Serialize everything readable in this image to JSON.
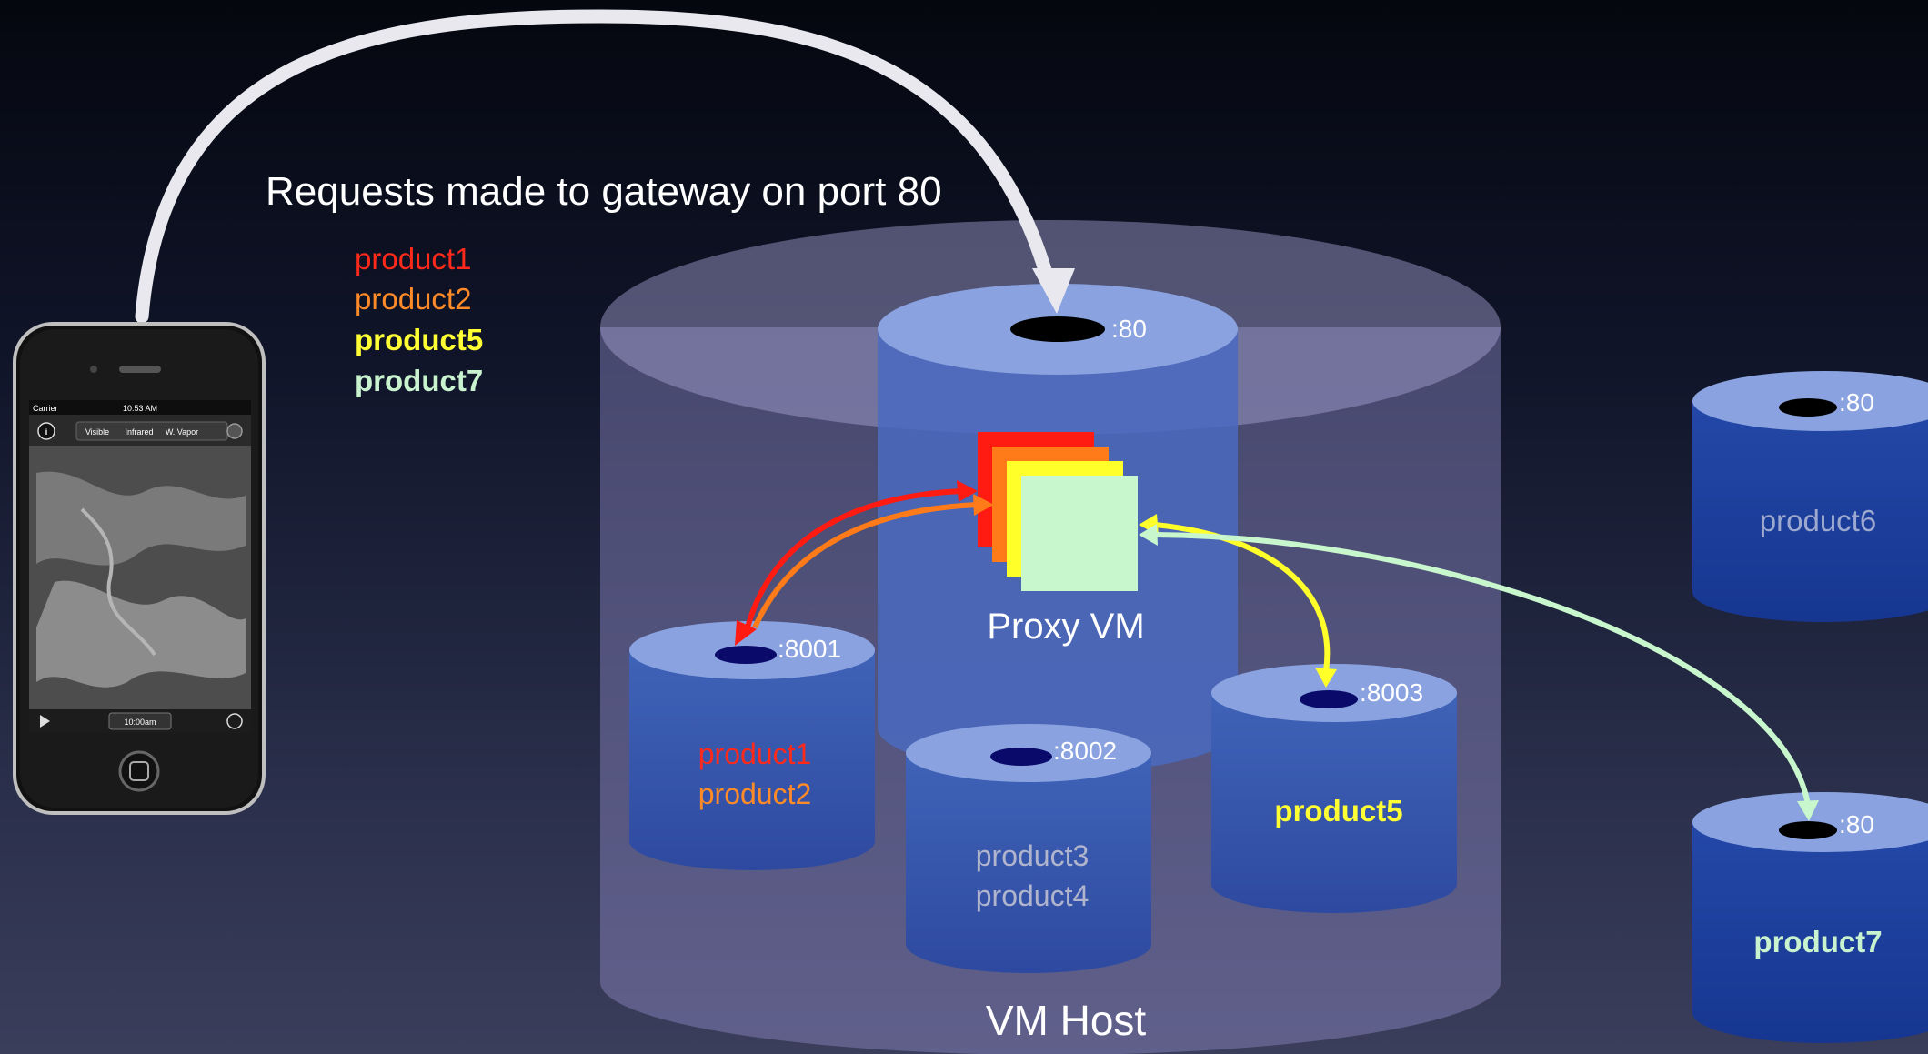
{
  "headline": "Requests made to gateway on port 80",
  "request_list": [
    {
      "text": "product1",
      "color": "#ff2a1a"
    },
    {
      "text": "product2",
      "color": "#ff8a28"
    },
    {
      "text": "product5",
      "color": "#ffff33"
    },
    {
      "text": "product7",
      "color": "#c9f2cf"
    }
  ],
  "phone": {
    "carrier": "Carrier",
    "time": "10:53 AM",
    "segments": [
      "Visible",
      "Infrared",
      "W. Vapor"
    ],
    "bottom_time": "10:00am"
  },
  "vm_host": {
    "label": "VM Host"
  },
  "proxy_vm": {
    "label": "Proxy VM",
    "port": ":80"
  },
  "vm_8001": {
    "port": ":8001",
    "products": [
      {
        "text": "product1",
        "color": "#ff2a1a"
      },
      {
        "text": "product2",
        "color": "#ff8a28"
      }
    ]
  },
  "vm_8002": {
    "port": ":8002",
    "products": [
      {
        "text": "product3",
        "color": "#b0b4cc"
      },
      {
        "text": "product4",
        "color": "#b0b4cc"
      }
    ]
  },
  "vm_8003": {
    "port": ":8003",
    "products": [
      {
        "text": "product5",
        "color": "#ffff33"
      }
    ]
  },
  "remote_6": {
    "port": ":80",
    "product": {
      "text": "product6",
      "color": "#9da9cf"
    }
  },
  "remote_7": {
    "port": ":80",
    "product": {
      "text": "product7",
      "color": "#c9f2cf"
    }
  },
  "colors": {
    "product1": "#ff2a1a",
    "product2": "#ff8a28",
    "product5": "#ffff33",
    "product7": "#c9f2cf"
  }
}
